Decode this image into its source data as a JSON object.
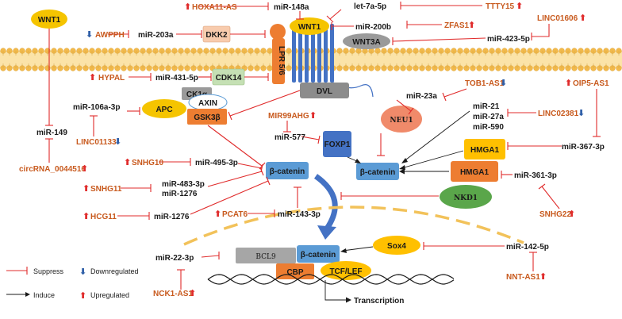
{
  "labels": {
    "wnt1_top": "WNT1",
    "wnt1_center": "WNT1",
    "wnt3a": "WNT3A",
    "lpr": "LPR 5/6",
    "dkk2": "DKK2",
    "cdk14": "CDK14",
    "dvl": "DVL",
    "ck1a": "CK1α",
    "axin": "AXIN",
    "apc": "APC",
    "gsk3b": "GSK3β",
    "foxp1": "FOXP1",
    "neu1": "NEU1",
    "hmga1_a": "HMGA1",
    "hmga1_b": "HMGA1",
    "nkd1": "NKD1",
    "bcat_cyto": "β-catenin",
    "bcat_right": "β-catenin",
    "bcat_nuc": "β-catenin",
    "bcl9": "BCL9",
    "sox4": "Sox4",
    "cbp": "CBP",
    "tcf": "TCF/LEF",
    "transcription": "Transcription"
  },
  "mirnas": {
    "mir148a": "miR-148a",
    "let7a": "let-7a-5p",
    "mir200b": "miR-200b",
    "mir203a": "miR-203a",
    "mir423": "miR-423-5p",
    "mir431": "miR-431-5p",
    "mir106a": "miR-106a-3p",
    "mir149": "miR-149",
    "mir23a": "miR-23a",
    "mir21": "miR-21",
    "mir27a": "miR-27a",
    "mir590": "miR-590",
    "mir577": "miR-577",
    "mir367": "miR-367-3p",
    "mir495": "miR-495-3p",
    "mir483": "miR-483-3p",
    "mir1276a": "miR-1276",
    "mir1276b": "miR-1276",
    "mir143": "miR-143-3p",
    "mir361": "miR-361-3p",
    "mir22": "miR-22-3p",
    "mir142": "miR-142-5p"
  },
  "lncrnas": {
    "hoxa11": "HOXA11-AS",
    "ttty15": "TTTY15",
    "awpph": "AWPPH",
    "zfas1": "ZFAS1",
    "linc01606": "LINC01606",
    "hypal": "HYPAL",
    "tob1": "TOB1-AS1",
    "oip5": "OIP5-AS1",
    "linc01133": "LINC01133",
    "mir99ahg": "MIR99AHG",
    "linc02381": "LINC02381",
    "circ": "circRNA_0044516",
    "snhg10": "SNHG10",
    "snhg11": "SNHG11",
    "hcg11": "HCG11",
    "pcat6": "PCAT6",
    "snhg22": "SNHG22",
    "nck1": "NCK1-AS1",
    "nnt": "NNT-AS1"
  },
  "legend": {
    "suppress": "Suppress",
    "induce": "Induce",
    "down": "Downregulated",
    "up": "Upregulated"
  },
  "symbols": {
    "up_arrow": "⬆",
    "down_arrow": "⬇"
  },
  "colors": {
    "inhibit": "#e02b2b",
    "lncrna_text": "#c85a1e",
    "up_arrow": "#e02b2b",
    "down_arrow": "#2f5fa8",
    "wnt_yellow": "#f5c400",
    "membrane": "#f2c25a",
    "beta_catenin": "#5b9bd5",
    "orange_box": "#ed7d31",
    "nkd1_green": "#5aa64a",
    "grey_box": "#9a9a9a",
    "receptor_blue": "#4472c4"
  }
}
